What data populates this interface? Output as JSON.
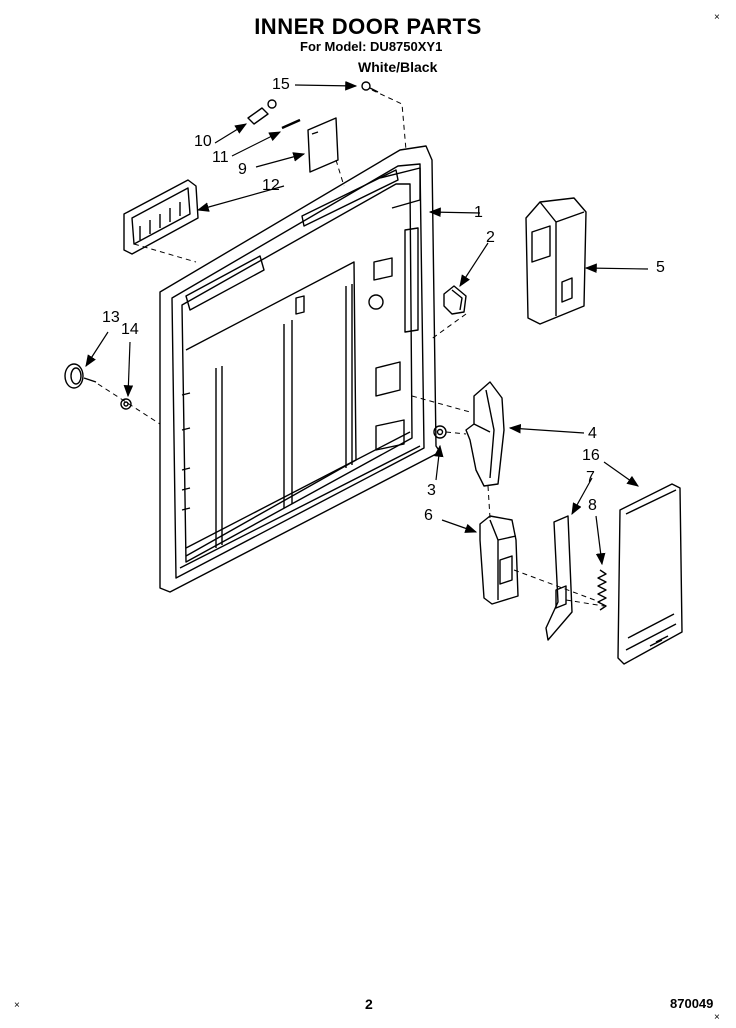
{
  "header": {
    "title": "INNER DOOR PARTS",
    "model_line": "For Model: DU8750XY1",
    "color_variant": "White/Black"
  },
  "parts": [
    {
      "label": "1"
    },
    {
      "label": "2"
    },
    {
      "label": "3"
    },
    {
      "label": "4"
    },
    {
      "label": "5"
    },
    {
      "label": "6"
    },
    {
      "label": "7"
    },
    {
      "label": "8"
    },
    {
      "label": "9"
    },
    {
      "label": "10"
    },
    {
      "label": "11"
    },
    {
      "label": "12"
    },
    {
      "label": "13"
    },
    {
      "label": "14"
    },
    {
      "label": "15"
    },
    {
      "label": "16"
    }
  ],
  "footer": {
    "page_number": "2",
    "document_id": "870049"
  }
}
